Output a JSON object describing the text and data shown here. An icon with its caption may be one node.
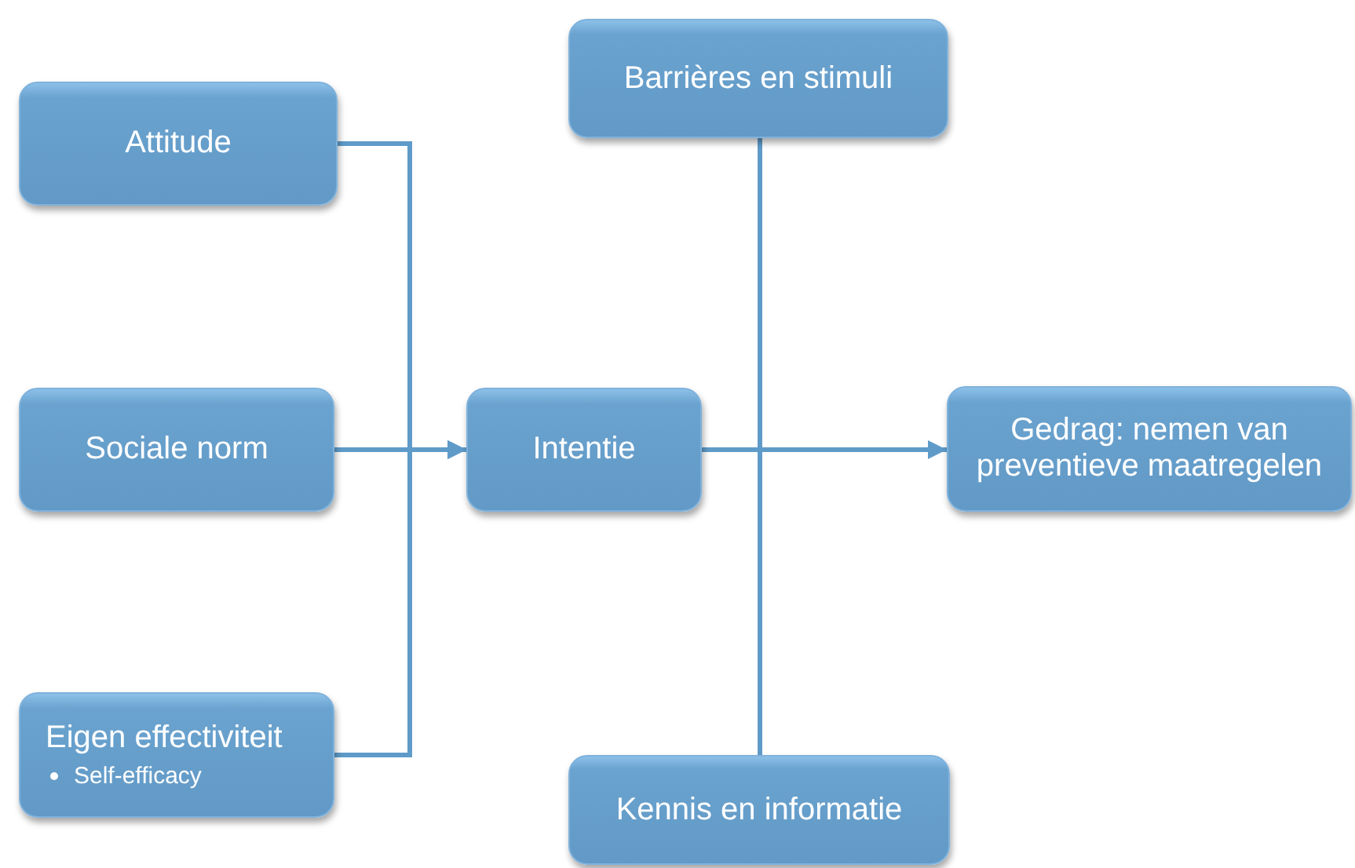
{
  "diagram": {
    "nodes": [
      {
        "text": [
          "Barrières en stimuli"
        ]
      },
      {
        "text": [
          "Attitude"
        ]
      },
      {
        "text": [
          "Sociale norm"
        ]
      },
      {
        "text": [
          "Intentie"
        ]
      },
      {
        "text": [
          "Gedrag: nemen van preventieve maatregelen"
        ]
      },
      {
        "text": [
          "Eigen effectiviteit",
          "Self-efficacy"
        ]
      },
      {
        "text": [
          "Kennis en informatie"
        ]
      }
    ],
    "edges": [
      {
        "from": 1,
        "to": 3,
        "arrow": "to"
      },
      {
        "from": 2,
        "to": 3,
        "arrow": "to"
      },
      {
        "from": 5,
        "to": 3,
        "arrow": "to"
      },
      {
        "from": 3,
        "to": 4,
        "arrow": "to"
      },
      {
        "from": 0,
        "to": 6,
        "arrow": "none"
      }
    ]
  }
}
